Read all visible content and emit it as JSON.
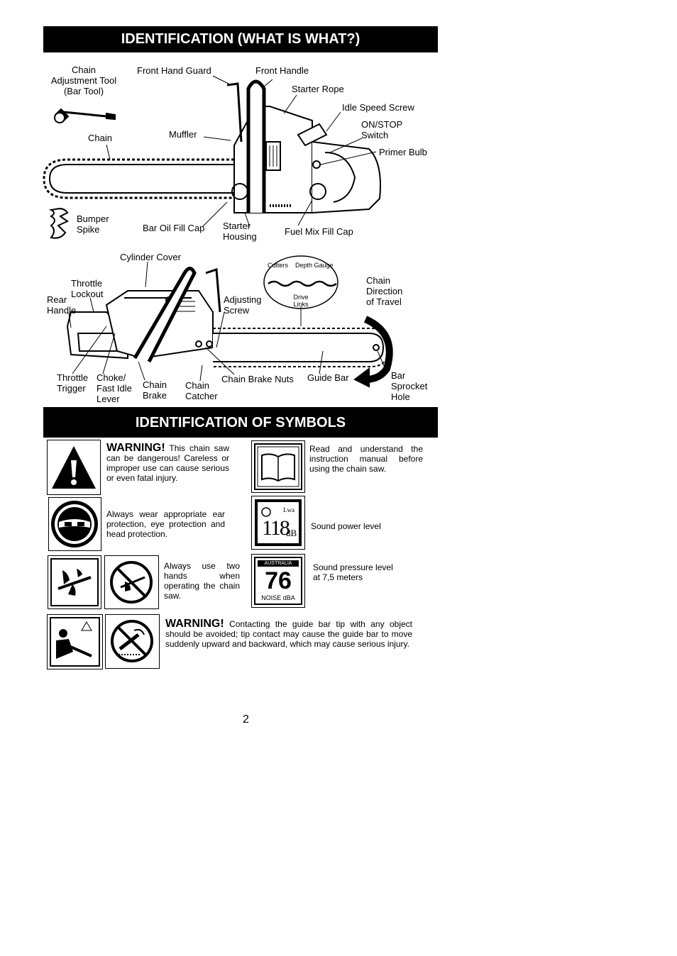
{
  "section1": {
    "title": "IDENTIFICATION  (WHAT IS WHAT?)"
  },
  "labels_top": {
    "chain_adjustment_tool": "Chain\nAdjustment Tool\n(Bar Tool)",
    "front_hand_guard": "Front Hand Guard",
    "front_handle": "Front Handle",
    "starter_rope": "Starter Rope",
    "idle_speed_screw": "Idle Speed Screw",
    "on_stop_switch": "ON/STOP\nSwitch",
    "primer_bulb": "Primer Bulb",
    "chain": "Chain",
    "muffler": "Muffler",
    "bumper_spike": "Bumper\nSpike",
    "bar_oil_fill_cap": "Bar Oil Fill Cap",
    "starter_housing": "Starter\nHousing",
    "fuel_mix_fill_cap": "Fuel Mix Fill Cap"
  },
  "labels_bottom": {
    "cylinder_cover": "Cylinder Cover",
    "throttle_lockout": "Throttle\nLockout",
    "rear_handle": "Rear\nHandle",
    "adjusting_screw": "Adjusting\nScrew",
    "cutters": "Cutters",
    "depth_gauge": "Depth Gauge",
    "drive_links": "Drive\nLinks",
    "chain_direction": "Chain\nDirection\nof Travel",
    "throttle_trigger": "Throttle\nTrigger",
    "choke_fast_idle": "Choke/\nFast Idle\nLever",
    "chain_brake": "Chain\nBrake",
    "chain_catcher": "Chain\nCatcher",
    "chain_brake_nuts": "Chain Brake Nuts",
    "guide_bar": "Guide Bar",
    "bar_sprocket_hole": "Bar\nSprocket\nHole"
  },
  "section2": {
    "title": "IDENTIFICATION OF SYMBOLS"
  },
  "symbols": {
    "warning1_head": "WARNING!",
    "warning1_text": "This chain saw can be dangerous! Careless or improper use can cause serious or even fatal injury.",
    "manual_text": "Read and understand the instruction manual before using the chain saw.",
    "protection_text": "Always wear appropriate ear protection, eye protection and head protection.",
    "sound_power_text": "Sound power level",
    "sound_power_value": "118",
    "sound_power_unit": "dB",
    "sound_power_lwa": "Lwa",
    "two_hands_text": "Always use two hands when operating the chain saw.",
    "sound_pressure_text": "Sound pressure level\nat 7,5 meters",
    "sound_pressure_value": "76",
    "sound_pressure_top": "AUSTRALIA",
    "sound_pressure_bottom": "NOISE dBA",
    "warning2_head": "WARNING!",
    "warning2_text": "Contacting the guide bar tip with any object should be avoided; tip contact may cause the guide bar to move suddenly upward and backward, which may cause serious injury."
  },
  "page_number": "2"
}
